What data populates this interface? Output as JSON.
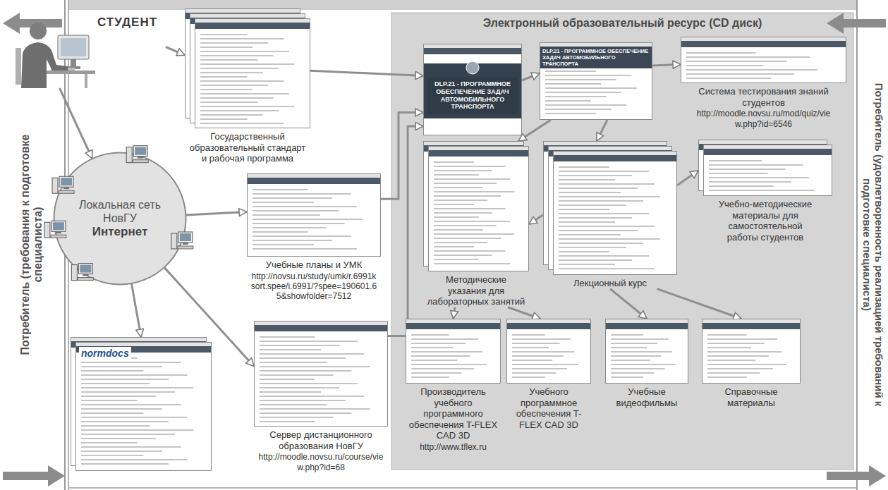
{
  "diagram": {
    "nodes": [
      {
        "text": [
          "СТУДЕНТ"
        ]
      },
      {
        "text": [
          "Локальная сеть НовГУ",
          "Интернет"
        ]
      },
      {
        "text": [
          "Государственный образовательный стандарт и рабочая программа"
        ]
      },
      {
        "text": [
          "Учебные планы и УМК",
          "http://novsu.ru/study/umk/r.6991ksort.spee/i.6991/?spee=190601.65&showfolder=7512"
        ]
      },
      {
        "text": [
          "normdocs"
        ]
      },
      {
        "text": [
          "Сервер дистанционного образования НовГУ",
          "http://moodle.novsu.ru/course/view.php?id=68"
        ]
      },
      {
        "text": [
          "Электронный образовательный ресурс (CD диск)"
        ]
      },
      {
        "text": [
          "DLP.21 - ПРОГРАММНОЕ ОБЕСПЕЧЕНИЕ ЗАДАЧ АВТОМОБИЛЬНОГО ТРАНСПОРТА"
        ],
        "in": 6
      },
      {
        "text": [
          "DLP.21 - ПРОГРАММНОЕ ОБЕСПЕЧЕНИЕ ЗАДАЧ АВТОМОБИЛЬНОГО ТРАНСПОРТА"
        ],
        "in": 6
      },
      {
        "text": [
          "Система тестирования знаний студентов",
          "http://moodle.novsu.ru/mod/quiz/view.php?id=6546"
        ],
        "in": 6
      },
      {
        "text": [
          "Методические указания для лабораторных занятий"
        ],
        "in": 6
      },
      {
        "text": [
          "Лекционный курс"
        ],
        "in": 6
      },
      {
        "text": [
          "Учебно-методические материалы для самостоятельной работы студентов"
        ],
        "in": 6
      },
      {
        "text": [
          "Производитель учебного программного обеспечения T-FLEX CAD 3D",
          "http://www.tflex.ru"
        ],
        "in": 6
      },
      {
        "text": [
          "Учебного программное обеспечения T-FLEX CAD 3D"
        ],
        "in": 6
      },
      {
        "text": [
          "Учебные видеофильмы"
        ],
        "in": 6
      },
      {
        "text": [
          "Справочные материалы"
        ],
        "in": 6
      }
    ],
    "edges": [
      {
        "from": 0,
        "to": 1,
        "arrow": "to"
      },
      {
        "from": 0,
        "to": 2,
        "arrow": "to"
      },
      {
        "from": 1,
        "to": 3,
        "arrow": "to"
      },
      {
        "from": 1,
        "to": 4,
        "arrow": "to"
      },
      {
        "from": 1,
        "to": 5,
        "arrow": "to"
      },
      {
        "from": 2,
        "to": 7,
        "arrow": "to"
      },
      {
        "from": 3,
        "to": 7,
        "arrow": "to"
      },
      {
        "from": 5,
        "to": 7,
        "arrow": "to"
      },
      {
        "from": 7,
        "to": 8,
        "arrow": "to"
      },
      {
        "from": 8,
        "to": 9,
        "arrow": "to"
      },
      {
        "from": 8,
        "to": 11,
        "arrow": "to"
      },
      {
        "from": 8,
        "to": 10,
        "arrow": "to"
      },
      {
        "from": 11,
        "to": 12,
        "arrow": "to"
      },
      {
        "from": 11,
        "to": 10,
        "arrow": "to"
      },
      {
        "from": 10,
        "to": 13,
        "arrow": "to"
      },
      {
        "from": 10,
        "to": 14,
        "arrow": "to"
      },
      {
        "from": 11,
        "to": 15,
        "arrow": "to"
      },
      {
        "from": 11,
        "to": 16,
        "arrow": "to"
      }
    ],
    "labels": [
      "Потребитель (требования к подготовке специалиста)",
      "Потребитель (удовлетворенность реализацией требований к подготовке специалиста)"
    ]
  }
}
